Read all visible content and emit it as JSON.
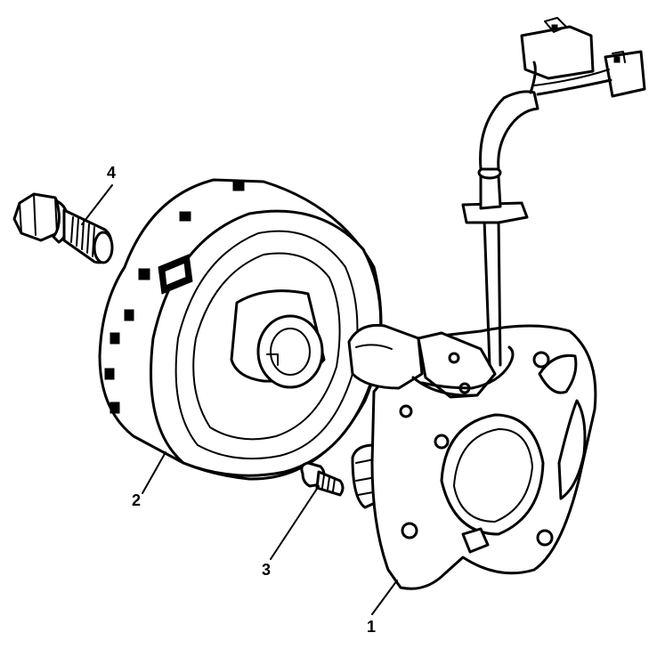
{
  "callouts": [
    {
      "part": "stator",
      "label": "1"
    },
    {
      "part": "rotor",
      "label": "2"
    },
    {
      "part": "flange-bolt",
      "label": "3"
    },
    {
      "part": "screw",
      "label": "4"
    }
  ]
}
